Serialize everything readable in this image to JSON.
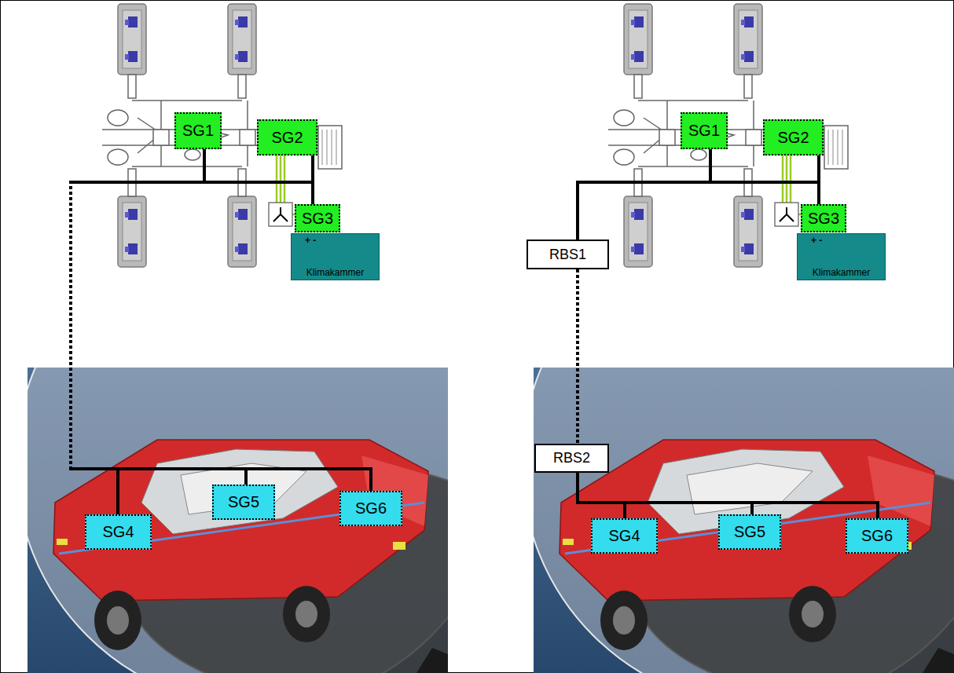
{
  "diagram": {
    "nodes": [
      {
        "text": [
          "SG1"
        ]
      },
      {
        "text": [
          "SG2"
        ]
      },
      {
        "text": [
          "SG3"
        ]
      },
      {
        "text": [
          "Klimakammer"
        ]
      },
      {
        "text": [
          "SG4"
        ]
      },
      {
        "text": [
          "SG5"
        ]
      },
      {
        "text": [
          "SG6"
        ]
      },
      {
        "text": [
          "SG1"
        ]
      },
      {
        "text": [
          "SG2"
        ]
      },
      {
        "text": [
          "SG3"
        ]
      },
      {
        "text": [
          "Klimakammer"
        ]
      },
      {
        "text": [
          "RBS1"
        ]
      },
      {
        "text": [
          "RBS2"
        ]
      },
      {
        "text": [
          "SG4"
        ]
      },
      {
        "text": [
          "SG5"
        ]
      },
      {
        "text": [
          "SG6"
        ]
      }
    ],
    "edges": [
      {
        "from": 0,
        "to": 1,
        "arrow": "none"
      },
      {
        "from": 1,
        "to": 2,
        "arrow": "none"
      },
      {
        "from": 0,
        "to": 4,
        "arrow": "none"
      },
      {
        "from": 4,
        "to": 5,
        "arrow": "none"
      },
      {
        "from": 5,
        "to": 6,
        "arrow": "none"
      },
      {
        "from": 7,
        "to": 8,
        "arrow": "none"
      },
      {
        "from": 8,
        "to": 9,
        "arrow": "none"
      },
      {
        "from": 7,
        "to": 11,
        "arrow": "none"
      },
      {
        "from": 11,
        "to": 12,
        "arrow": "none"
      },
      {
        "from": 12,
        "to": 13,
        "arrow": "none"
      },
      {
        "from": 13,
        "to": 14,
        "arrow": "none"
      },
      {
        "from": 14,
        "to": 15,
        "arrow": "none"
      }
    ],
    "labels": [
      "+ -",
      "+ -"
    ]
  }
}
